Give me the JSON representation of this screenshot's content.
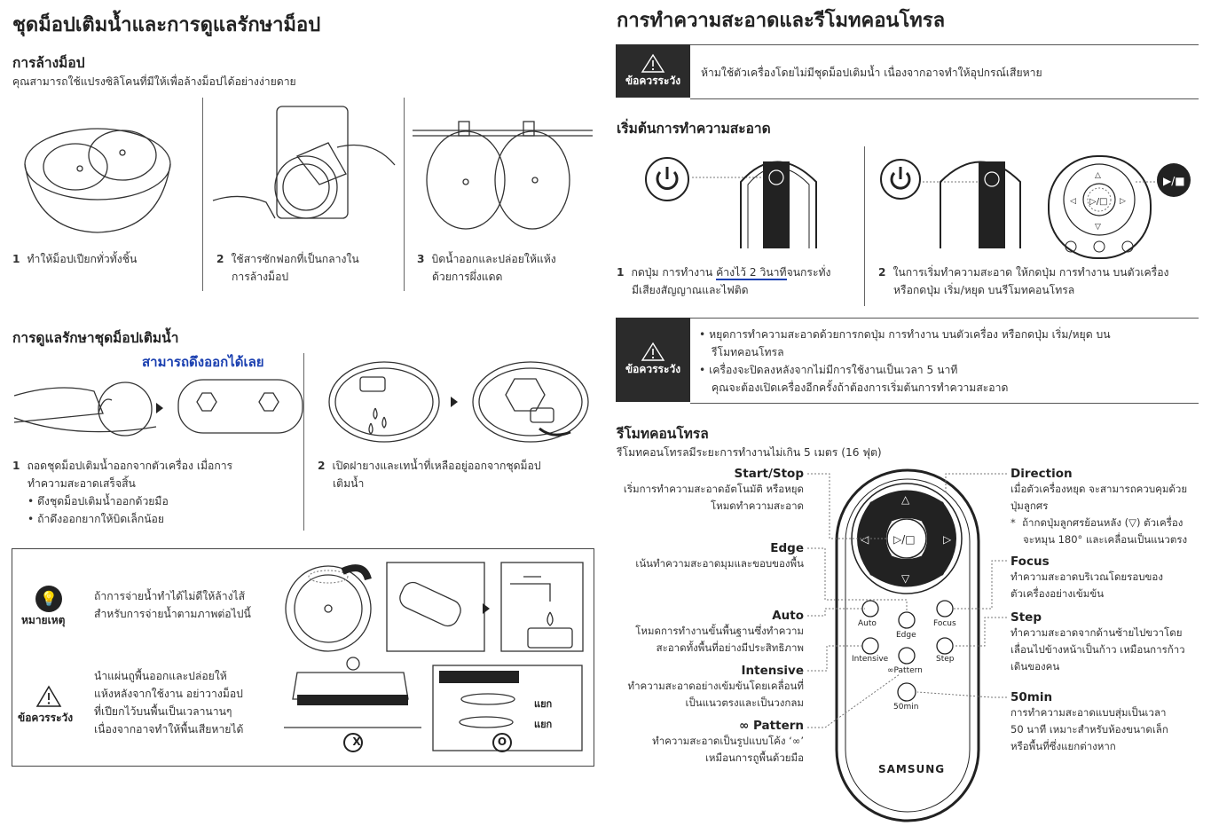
{
  "left": {
    "title": "ชุดม็อปเติมน้ำและการดูแลรักษาม็อป",
    "wash": {
      "heading": "การล้างม็อป",
      "intro": "คุณสามารถใช้แปรงซิลิโคนที่มีให้เพื่อล้างม็อปได้อย่างง่ายดาย",
      "steps": [
        {
          "num": "1",
          "line1": "ทำให้ม็อปเปียกทั่วทั้งชิ้น",
          "line2": ""
        },
        {
          "num": "2",
          "line1": "ใช้สารซักฟอกที่เป็นกลางใน",
          "line2": "การล้างม็อป"
        },
        {
          "num": "3",
          "line1": "บิดน้ำออกและปล่อยให้แห้ง",
          "line2": "ด้วยการผึ่งแดด"
        }
      ]
    },
    "care": {
      "heading": "การดูแลรักษาชุดม็อปเติมน้ำ",
      "callout": "สามารถดึงออกได้เลย",
      "step1": {
        "num": "1",
        "line1": "ถอดชุดม็อปเติมน้ำออกจากตัวเครื่อง เมื่อการ",
        "line2": "ทำความสะอาดเสร็จสิ้น",
        "bullets": [
          "ดึงชุดม็อปเติมน้ำออกด้วยมือ",
          "ถ้าดึงออกยากให้บิดเล็กน้อย"
        ]
      },
      "step2": {
        "num": "2",
        "line1": "เปิดฝายางและเทน้ำที่เหลืออยู่ออกจากชุดม็อป",
        "line2": "เติมน้ำ"
      }
    },
    "notebox": {
      "note_label": "หมายเหตุ",
      "note_line1": "ถ้าการจ่ายน้ำทำได้ไม่ดีให้ล้างไส้",
      "note_line2": "สำหรับการจ่ายน้ำตามภาพต่อไปนี้",
      "caution_label": "ข้อควรระวัง",
      "caution_lines": [
        "นำแผ่นถูพื้นออกและปล่อยให้",
        "แห้งหลังจากใช้งาน อย่าวางม็อป",
        "ที่เปียกไว้บนพื้นเป็นเวลานานๆ",
        "เนื่องจากอาจทำให้พื้นเสียหายได้"
      ],
      "separate1": "แยก",
      "separate2": "แยก",
      "mark_x": "X",
      "mark_o": "O"
    }
  },
  "right": {
    "title": "การทำความสะอาดและรีโมทคอนโทรล",
    "warning1": {
      "label": "ข้อควรระวัง",
      "text": "ห้ามใช้ตัวเครื่องโดยไม่มีชุดม็อปเติมน้ำ เนื่องจากอาจทำให้อุปกรณ์เสียหาย"
    },
    "start": {
      "heading": "เริ่มต้นการทำความสะอาด",
      "step1": {
        "num": "1",
        "pre": "กดปุ่ม การทำงาน ",
        "hl": "ค้างไว้ 2 วินาที",
        "post": "จนกระทั่ง",
        "line2": "มีเสียงสัญญาณและไฟติด"
      },
      "step2": {
        "num": "2",
        "line1": "ในการเริ่มทำความสะอาด ให้กดปุ่ม การทำงาน บนตัวเครื่อง",
        "line2": "หรือกดปุ่ม เริ่ม/หยุด บนรีโมทคอนโทรล"
      }
    },
    "warning2": {
      "label": "ข้อควรระวัง",
      "b1_line1": "หยุดการทำความสะอาดด้วยการกดปุ่ม การทำงาน บนตัวเครื่อง หรือกดปุ่ม เริ่ม/หยุด บน",
      "b1_line2": "รีโมทคอนโทรล",
      "b2_line1": "เครื่องจะปิดลงหลังจากไม่มีการใช้งานเป็นเวลา 5 นาที",
      "b2_line2": "คุณจะต้องเปิดเครื่องอีกครั้งถ้าต้องการเริ่มต้นการทำความสะอาด"
    },
    "remote": {
      "heading": "รีโมทคอนโทรล",
      "intro": "รีโมทคอนโทรลมีระยะการทำงานไม่เกิน 5 เมตร (16 ฟุต)",
      "left_labels": [
        {
          "name": "Start/Stop",
          "l1": "เริ่มการทำความสะอาดอัตโนมัติ หรือหยุด",
          "l2": "โหมดทำความสะอาด"
        },
        {
          "name": "Edge",
          "l1": "เน้นทำความสะอาดมุมและขอบของพื้น",
          "l2": ""
        },
        {
          "name": "Auto",
          "l1": "โหมดการทำงานขั้นพื้นฐานซึ่งทำความ",
          "l2": "สะอาดทั้งพื้นที่อย่างมีประสิทธิภาพ"
        },
        {
          "name": "Intensive",
          "l1": "ทำความสะอาดอย่างเข้มข้นโดยเคลื่อนที่",
          "l2": "เป็นแนวตรงและเป็นวงกลม"
        },
        {
          "name": "Pattern",
          "l1": "ทำความสะอาดเป็นรูปแบบโค้ง ‘∞’",
          "l2": "เหมือนการถูพื้นด้วยมือ"
        }
      ],
      "right_labels": [
        {
          "name": "Direction",
          "l1": "เมื่อตัวเครื่องหยุด จะสามารถควบคุมด้วย",
          "l2": "ปุ่มลูกศร",
          "note1": "ถ้ากดปุ่มลูกศรย้อนหลัง (▽) ตัวเครื่อง",
          "note2": "จะหมุน 180° และเคลื่อนเป็นแนวตรง"
        },
        {
          "name": "Focus",
          "l1": "ทำความสะอาดบริเวณโดยรอบของ",
          "l2": "ตัวเครื่องอย่างเข้มข้น"
        },
        {
          "name": "Step",
          "l1": "ทำความสะอาดจากด้านซ้ายไปขวาโดย",
          "l2": "เลื่อนไปข้างหน้าเป็นก้าว เหมือนการก้าว",
          "l3": "เดินของคน"
        },
        {
          "name": "50min",
          "l1": "การทำความสะอาดแบบสุ่มเป็นเวลา",
          "l2": "50 นาที เหมาะสำหรับห้องขนาดเล็ก",
          "l3": "หรือพื้นที่ซึ่งแยกต่างหาก"
        }
      ],
      "buttons": {
        "auto": "Auto",
        "edge": "Edge",
        "focus": "Focus",
        "intensive": "Intensive",
        "pattern": "∞Pattern",
        "step": "Step",
        "min50": "50min",
        "brand": "SAMSUNG"
      }
    }
  }
}
